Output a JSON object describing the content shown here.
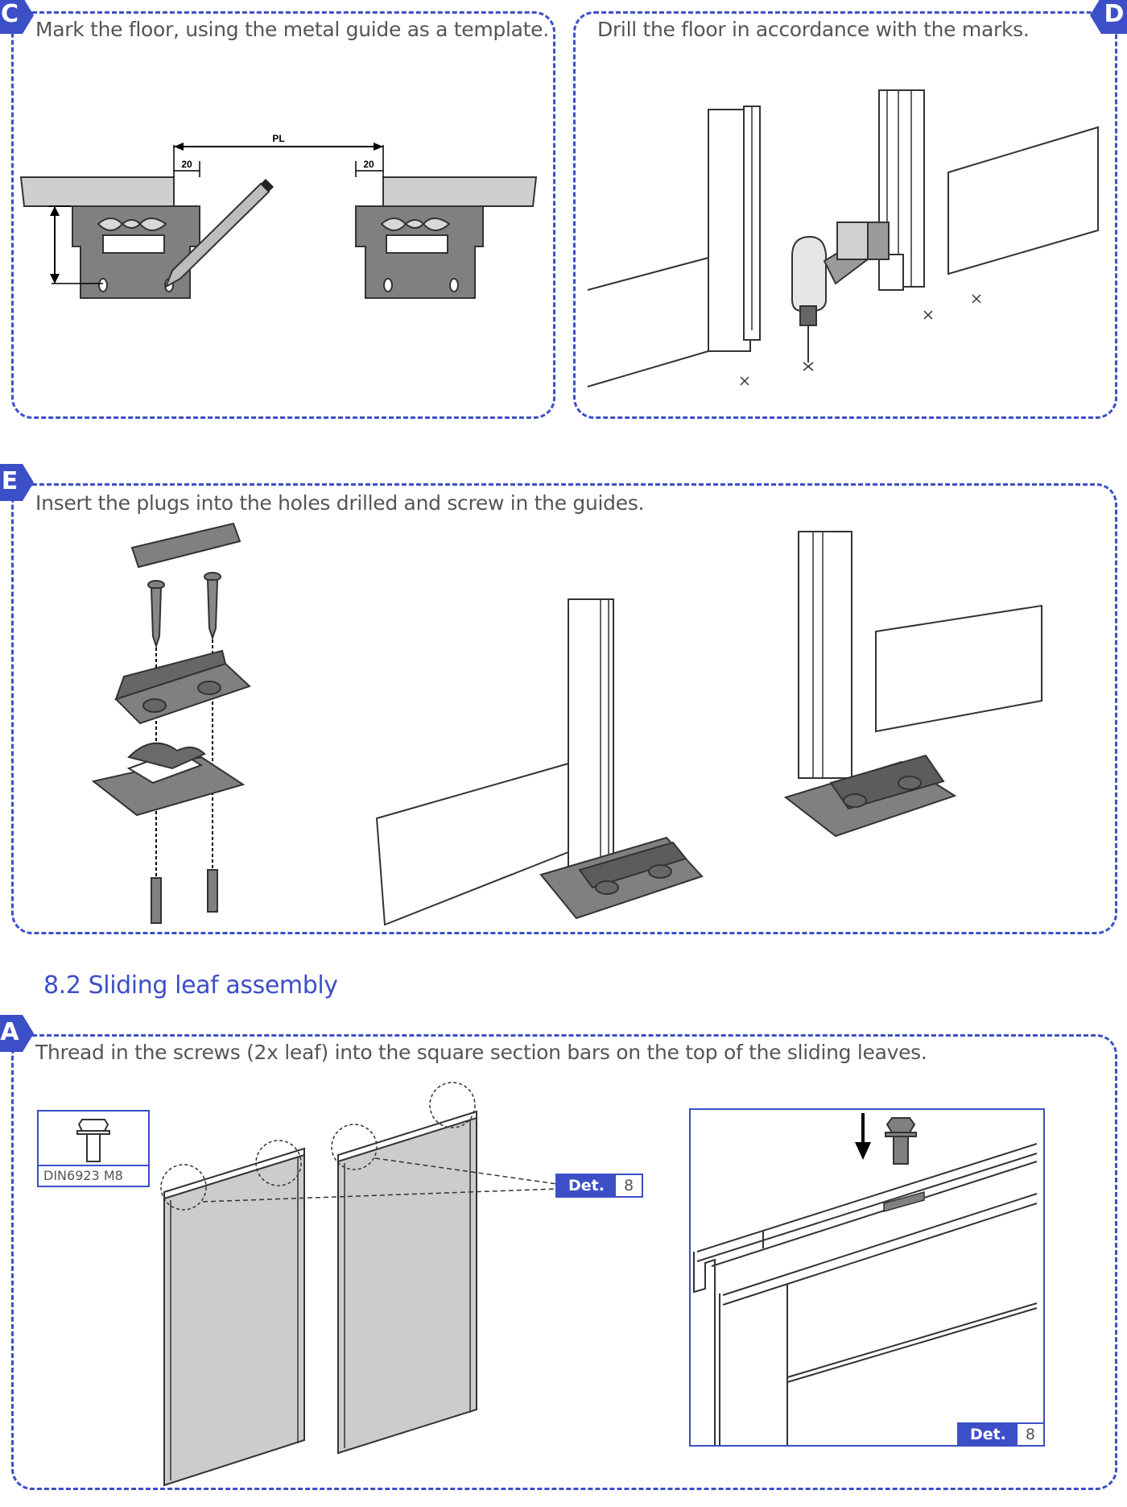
{
  "steps": {
    "c": {
      "letter": "C",
      "text": "Mark the floor, using the metal guide as a template.",
      "dims": {
        "pl": "PL",
        "left_offset": "20",
        "right_offset": "20"
      }
    },
    "d": {
      "letter": "D",
      "text": "Drill the floor in accordance with the marks."
    },
    "e": {
      "letter": "E",
      "text": "Insert the plugs into the holes drilled and screw in the guides."
    },
    "a": {
      "letter": "A",
      "text": "Thread in the screws (2x leaf) into the square section bars on the top of the sliding leaves."
    }
  },
  "section": {
    "title": "8.2 Sliding leaf assembly"
  },
  "part": {
    "label": "DIN6923 M8"
  },
  "detail": {
    "label": "Det.",
    "number": "8"
  },
  "colors": {
    "accent": "#3c4fc7",
    "text": "#555555",
    "part_fill": "#808080",
    "leaf_fill": "#cccccc"
  }
}
